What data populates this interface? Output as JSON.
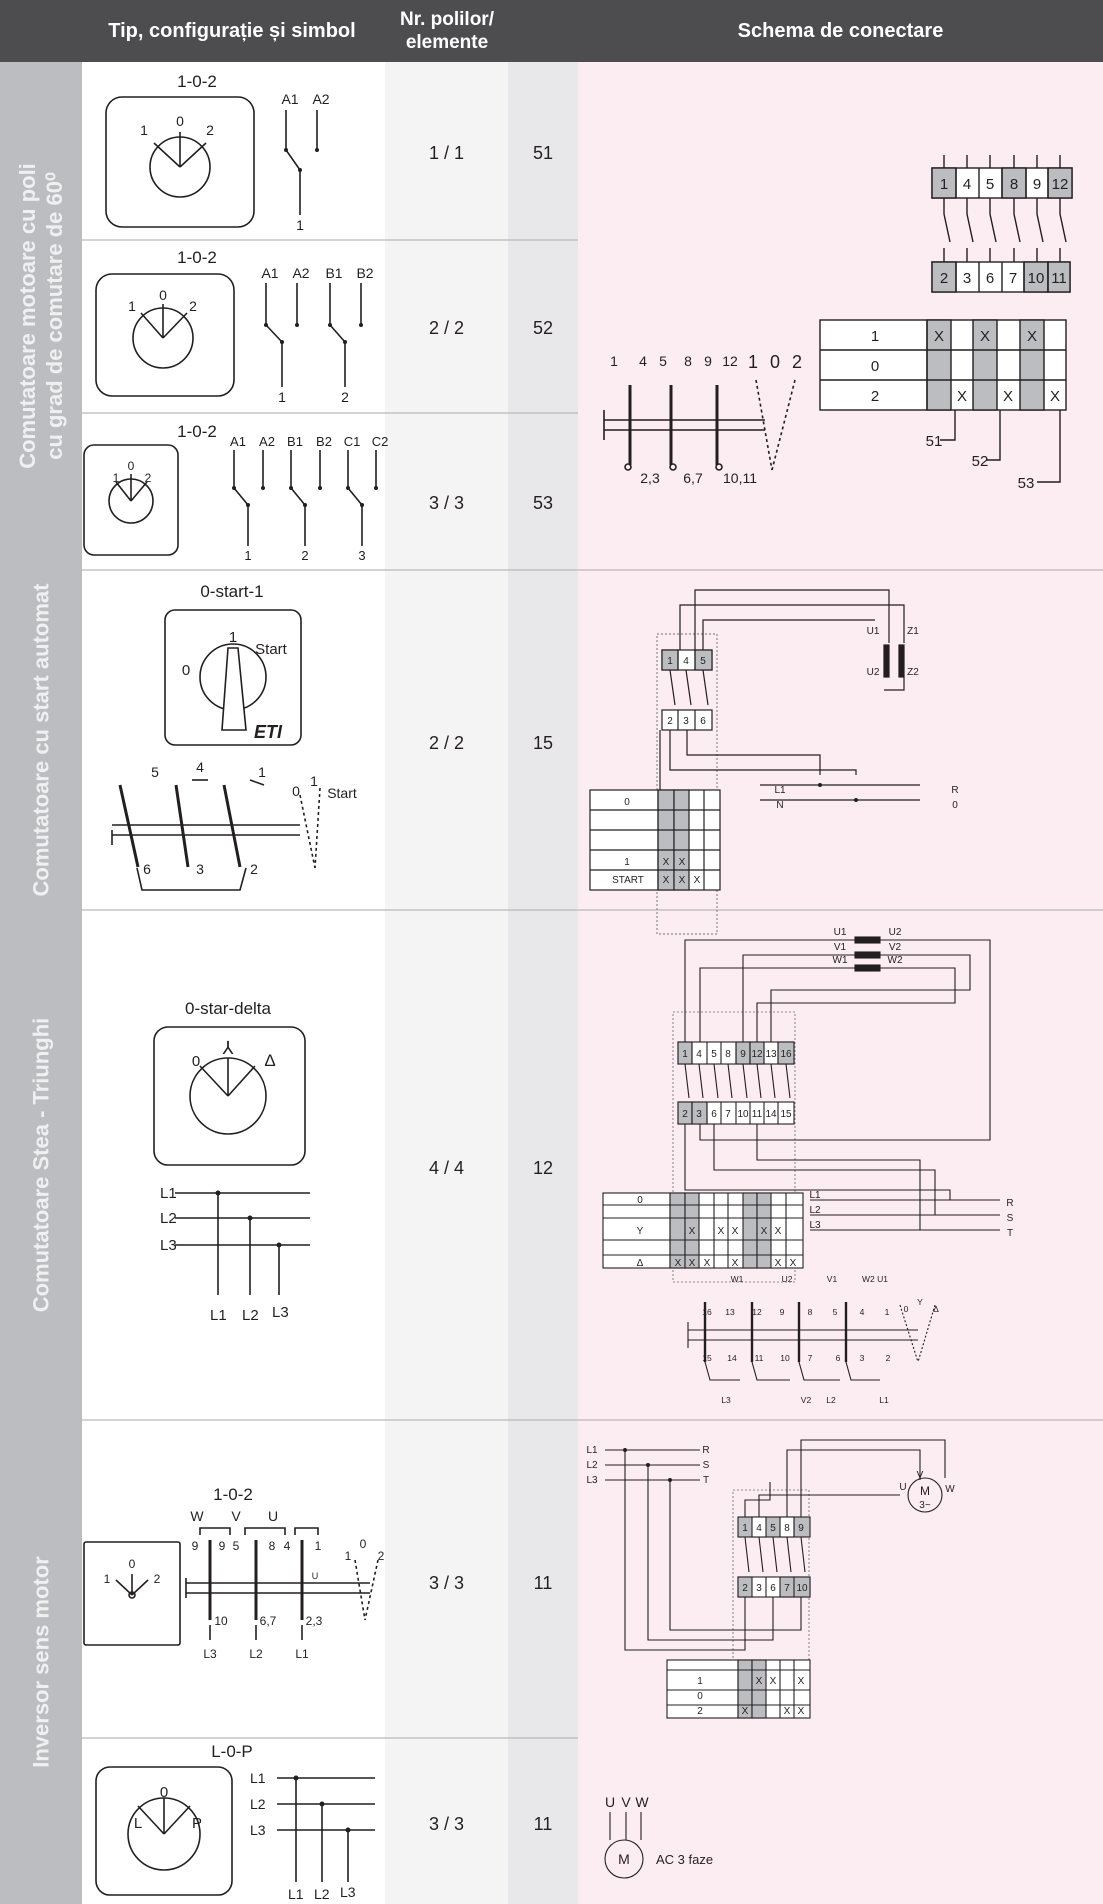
{
  "header": {
    "col_type": "Tip, configurație și simbol",
    "col_poles": "Nr. polilor/ elemente",
    "col_scheme": "Schema de conectare"
  },
  "sections": [
    {
      "label": "Comutatoare motoare cu poli cu grad de comutare de 60⁰",
      "rows": [
        {
          "config": "1-0-2",
          "positions": [
            "1",
            "0",
            "2"
          ],
          "contacts": [
            "A1",
            "A2"
          ],
          "outputs": [
            "1"
          ],
          "poles": "1 / 1",
          "scheme": "51"
        },
        {
          "config": "1-0-2",
          "positions": [
            "1",
            "0",
            "2"
          ],
          "contacts": [
            "A1",
            "A2",
            "B1",
            "B2"
          ],
          "outputs": [
            "1",
            "2"
          ],
          "poles": "2 / 2",
          "scheme": "52"
        },
        {
          "config": "1-0-2",
          "positions": [
            "1",
            "0",
            "2"
          ],
          "contacts": [
            "A1",
            "A2",
            "B1",
            "B2",
            "C1",
            "C2"
          ],
          "outputs": [
            "1",
            "2",
            "3"
          ],
          "poles": "3 / 3",
          "scheme": "53"
        }
      ],
      "diagram": {
        "top_terminals": [
          "1",
          "4",
          "5",
          "8",
          "9",
          "12"
        ],
        "bottom_terminals": [
          "2",
          "3",
          "6",
          "7",
          "10",
          "11"
        ],
        "table_rows": [
          {
            "pos": "1",
            "marks": "X X X"
          },
          {
            "pos": "0",
            "marks": ""
          },
          {
            "pos": "2",
            "marks": "X X X"
          }
        ],
        "schemes": [
          "51",
          "52",
          "53"
        ],
        "switch_top": [
          "1",
          "4",
          "5",
          "8",
          "9",
          "12"
        ],
        "switch_positions": [
          "1",
          "0",
          "2"
        ],
        "switch_bottom": [
          "2,3",
          "6,7",
          "10,11"
        ]
      }
    },
    {
      "label": "Comutatoare cu start automat",
      "rows": [
        {
          "config": "0-start-1",
          "positions": [
            "1",
            "0",
            "Start"
          ],
          "brand": "ETI",
          "poles": "2 / 2",
          "scheme": "15"
        }
      ],
      "diagram": {
        "top_terminals": [
          "1",
          "4",
          "5"
        ],
        "bottom_terminals": [
          "2",
          "3",
          "6"
        ],
        "coil": [
          "U1",
          "U2",
          "Z1",
          "Z2"
        ],
        "lines": [
          {
            "in": "L1",
            "out": "R"
          },
          {
            "in": "N",
            "out": "0"
          }
        ],
        "table": [
          "0",
          "1",
          "START"
        ],
        "left_top": [
          "5",
          "4",
          "1"
        ],
        "left_positions": [
          "0",
          "1",
          "Start"
        ],
        "left_bottom": [
          "6",
          "3",
          "2"
        ]
      }
    },
    {
      "label": "Comutatoare Stea - Triunghi",
      "rows": [
        {
          "config": "0-star-delta",
          "positions": [
            "0",
            "⅄",
            "Δ"
          ],
          "lines": [
            "L1",
            "L2",
            "L3"
          ],
          "poles": "4 / 4",
          "scheme": "12"
        }
      ],
      "diagram": {
        "windings": [
          {
            "a": "U1",
            "b": "U2"
          },
          {
            "a": "V1",
            "b": "V2"
          },
          {
            "a": "W1",
            "b": "W2"
          }
        ],
        "top_terminals": [
          "1",
          "4",
          "5",
          "8",
          "9",
          "12",
          "13",
          "16"
        ],
        "bottom_terminals": [
          "2",
          "3",
          "6",
          "7",
          "10",
          "11",
          "14",
          "15"
        ],
        "lines": [
          {
            "in": "L1",
            "out": "R"
          },
          {
            "in": "L2",
            "out": "S"
          },
          {
            "in": "L3",
            "out": "T"
          }
        ],
        "table": [
          "0",
          "Y",
          "Δ"
        ],
        "bottom_labels": [
          "W1",
          "U2",
          "V1",
          "W2 U1",
          "16",
          "13",
          "12",
          "9",
          "8",
          "5",
          "4",
          "1",
          "0",
          "Y",
          "Δ",
          "15",
          "14",
          "11",
          "10",
          "7",
          "6",
          "3",
          "2",
          "L3",
          "V2",
          "L2",
          "L1"
        ]
      }
    },
    {
      "label": "Inversor sens motor",
      "rows": [
        {
          "config": "1-0-2",
          "positions": [
            "1",
            "0",
            "2"
          ],
          "phases": [
            "W",
            "V",
            "U"
          ],
          "top": [
            "9",
            "9",
            "5",
            "8",
            "4",
            "1"
          ],
          "bottom": [
            "10",
            "6,7",
            "2,3"
          ],
          "lines": [
            "L3",
            "L2",
            "L1"
          ],
          "u": "U",
          "poles": "3 / 3",
          "scheme": "11"
        },
        {
          "config": "L-0-P",
          "positions": [
            "L",
            "0",
            "P"
          ],
          "lines": [
            "L1",
            "L2",
            "L3"
          ],
          "poles": "3 / 3",
          "scheme": "11"
        }
      ],
      "diagram": {
        "lines": [
          {
            "in": "L1",
            "out": "R"
          },
          {
            "in": "L2",
            "out": "S"
          },
          {
            "in": "L3",
            "out": "T"
          }
        ],
        "motor": [
          "U",
          "V",
          "W",
          "M",
          "3~"
        ],
        "top_terminals": [
          "1",
          "4",
          "5",
          "8",
          "9"
        ],
        "bottom_terminals": [
          "2",
          "3",
          "6",
          "7",
          "10"
        ],
        "table": [
          "1",
          "0",
          "2"
        ],
        "ac_motor": {
          "phases": [
            "U",
            "V",
            "W"
          ],
          "symbol": "M",
          "label": "AC 3 faze"
        }
      }
    }
  ]
}
